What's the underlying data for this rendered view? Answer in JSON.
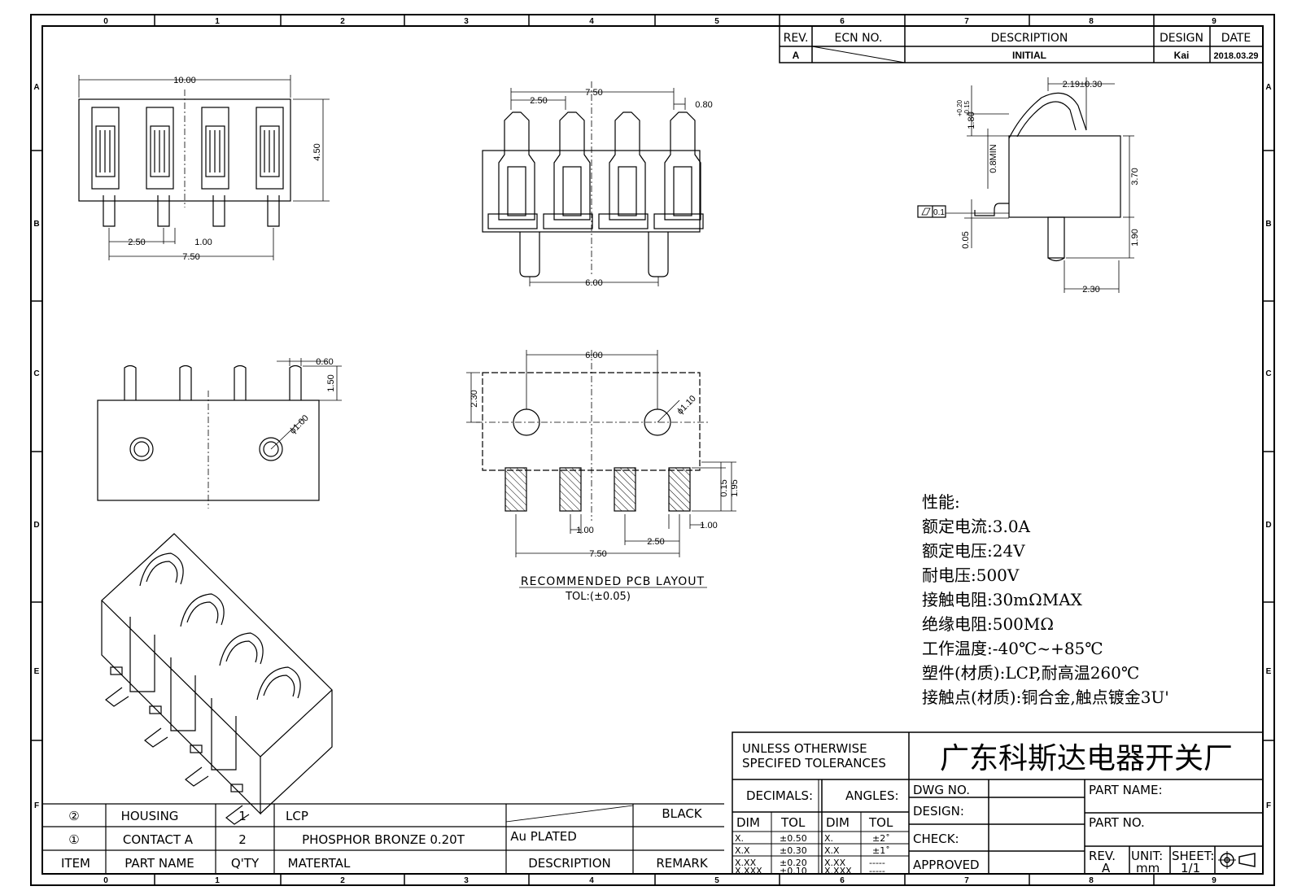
{
  "grid": {
    "columns": [
      "0",
      "1",
      "2",
      "3",
      "4",
      "5",
      "6",
      "7",
      "8",
      "9"
    ],
    "rows": [
      "A",
      "B",
      "C",
      "D",
      "E",
      "F"
    ]
  },
  "revision": {
    "headers": {
      "rev": "REV.",
      "ecn": "ECN NO.",
      "description": "DESCRIPTION",
      "design": "DESIGN",
      "date": "DATE"
    },
    "row": {
      "rev": "A",
      "description": "INITIAL",
      "design": "Kai",
      "date": "2018.03.29"
    }
  },
  "top_view": {
    "width": "10.00",
    "height": "4.50",
    "pitch": "2.50",
    "pin_width": "1.00",
    "span": "7.50"
  },
  "front_view": {
    "span": "7.50",
    "pitch": "2.50",
    "contact_width": "0.80",
    "boss_spacing": "6.00"
  },
  "side_view": {
    "spring_offset": "2.19±0.30",
    "travel_main": "1.80",
    "travel_tol_plus": "+0.20",
    "travel_tol_minus": "-0.15",
    "min_height": "0.8MIN",
    "body_height": "3.70",
    "peg_height": "1.90",
    "peg_width": "2.30",
    "flatness_value": "0.1",
    "coplanarity": "0.05"
  },
  "bottom_view": {
    "pin_width": "0.60",
    "pin_length": "1.50",
    "boss_dia": "ϕ1.00"
  },
  "pcb_layout": {
    "hole_spacing": "6.00",
    "depth": "2.30",
    "hole_dia": "ϕ1.10",
    "pad_gap": "0.15",
    "pad_length": "1.95",
    "pad_width": "1.00",
    "pad_pitch": "2.50",
    "pad_width_right": "1.00",
    "pad_span": "7.50",
    "title": "RECOMMENDED PCB LAYOUT",
    "tolerance": "TOL:(±0.05)"
  },
  "specs": {
    "heading": "性能:",
    "lines": [
      "额定电流:3.0A",
      "额定电压:24V",
      "耐电压:500V",
      "接触电阻:30mΩMAX",
      "绝缘电阻:500MΩ",
      "工作温度:-40℃~+85℃",
      "塑件(材质):LCP,耐高温260℃",
      "接触点(材质):铜合金,触点镀金3U'"
    ]
  },
  "title_block": {
    "tolerance_note_1": "UNLESS OTHERWISE",
    "tolerance_note_2": "SPECIFED TOLERANCES",
    "company": "广东科斯达电器开关厂",
    "decimals": "DECIMALS:",
    "angles": "ANGLES:",
    "dim": "DIM",
    "tol": "TOL",
    "decimal_rows": [
      {
        "dim": "X.",
        "tol": "±0.50"
      },
      {
        "dim": "X.X",
        "tol": "±0.30"
      },
      {
        "dim": "X.XX",
        "tol": "±0.20"
      },
      {
        "dim": "X.XXX",
        "tol": "±0.10"
      }
    ],
    "angle_rows": [
      {
        "dim": "X.",
        "tol": "±2˚"
      },
      {
        "dim": "X.X",
        "tol": "±1˚"
      },
      {
        "dim": "X.XX",
        "tol": "-----"
      },
      {
        "dim": "X.XXX",
        "tol": "-----"
      }
    ],
    "dwg_no": "DWG NO.",
    "design": "DESIGN:",
    "check": "CHECK:",
    "approved": "APPROVED",
    "part_name": "PART NAME:",
    "part_no": "PART NO.",
    "rev_label": "REV.",
    "rev_value": "A",
    "unit_label": "UNIT:",
    "unit_value": "mm",
    "sheet_label": "SHEET:",
    "sheet_value": "1/1"
  },
  "bom": {
    "headers": {
      "item": "ITEM",
      "part_name": "PART NAME",
      "qty": "Q'TY",
      "material": "MATERTAL",
      "description": "DESCRIPTION",
      "remark": "REMARK"
    },
    "rows": [
      {
        "item": "②",
        "part_name": "HOUSING",
        "qty": "1",
        "material": "LCP",
        "description": "",
        "remark": "BLACK"
      },
      {
        "item": "①",
        "part_name": "CONTACT A",
        "qty": "2",
        "material": "PHOSPHOR BRONZE 0.20T",
        "description": "Au PLATED",
        "remark": ""
      }
    ]
  }
}
